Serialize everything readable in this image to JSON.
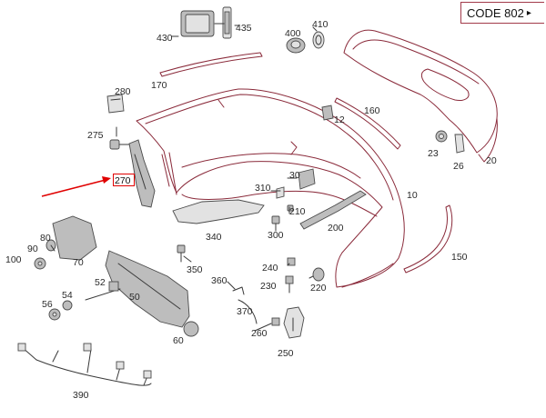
{
  "header": {
    "code_label": "CODE 802",
    "arrow_glyph": "▸"
  },
  "highlight": {
    "part": "270",
    "color": "#e00000"
  },
  "callouts": {
    "p430": "430",
    "p435": "435",
    "p400": "400",
    "p410": "410",
    "p170": "170",
    "p280": "280",
    "p12": "12",
    "p160": "160",
    "p275": "275",
    "p23": "23",
    "p26": "26",
    "p20": "20",
    "p270": "270",
    "p30": "30",
    "p310": "310",
    "p10": "10",
    "p210": "210",
    "p200": "200",
    "p340": "340",
    "p300": "300",
    "p80": "80",
    "p90": "90",
    "p70": "70",
    "p100": "100",
    "p350": "350",
    "p240": "240",
    "p150": "150",
    "p52": "52",
    "p50": "50",
    "p360": "360",
    "p230": "230",
    "p220": "220",
    "p56": "56",
    "p54": "54",
    "p370": "370",
    "p60": "60",
    "p260": "260",
    "p250": "250",
    "p390": "390"
  }
}
